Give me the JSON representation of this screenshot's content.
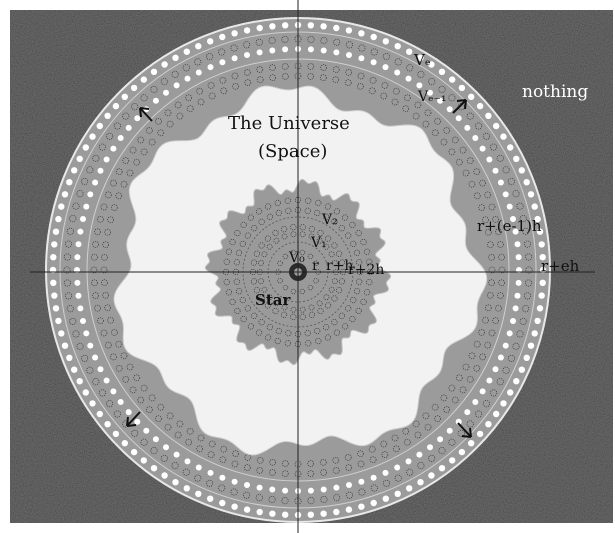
{
  "labels": {
    "outside": "nothing",
    "universe_line1": "The Universe",
    "universe_line2": "(Space)",
    "star": "Star",
    "v0": "V₀",
    "v1": "V₁",
    "v2": "V₂",
    "ve": "Vₑ",
    "ve_minus_1": "Vₑ₋₁",
    "r": "r",
    "r_plus_h": "r+h",
    "r_plus_2h": "r+2h",
    "r_plus_e_minus_1_h": "r+(e-1)h",
    "r_plus_eh": "r+eh"
  },
  "colors": {
    "space_texture": "#6f6f6f",
    "outer_disk": "#9b9b9b",
    "universe_fill": "#f2f2f2",
    "inner_region": "#9a9a9a",
    "bright_dot": "#ffffff",
    "hollow_dot_stroke": "#3a3a3a"
  },
  "icons": {
    "expansion_arrows": "arrow-icon"
  }
}
